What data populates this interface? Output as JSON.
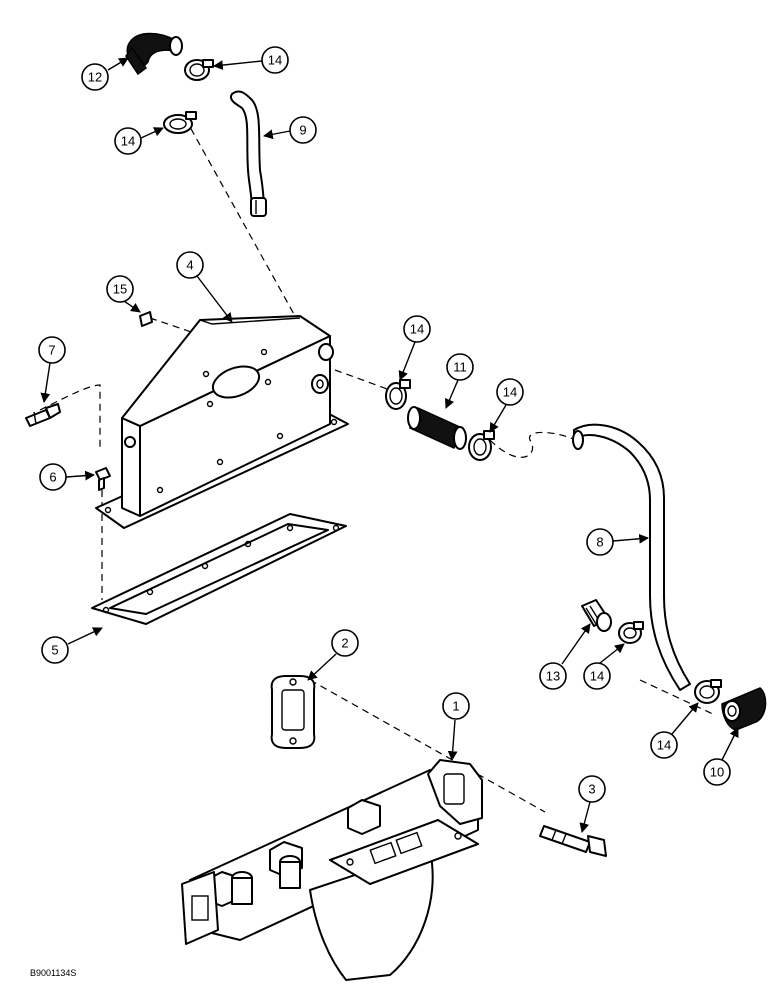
{
  "drawing_id": "B9001134S",
  "callouts": [
    {
      "label": "1"
    },
    {
      "label": "2"
    },
    {
      "label": "3"
    },
    {
      "label": "4"
    },
    {
      "label": "5"
    },
    {
      "label": "6"
    },
    {
      "label": "7"
    },
    {
      "label": "8"
    },
    {
      "label": "9"
    },
    {
      "label": "10"
    },
    {
      "label": "11"
    },
    {
      "label": "12"
    },
    {
      "label": "13"
    },
    {
      "label": "14"
    },
    {
      "label": "14"
    },
    {
      "label": "14"
    },
    {
      "label": "14"
    },
    {
      "label": "14"
    },
    {
      "label": "14"
    },
    {
      "label": "15"
    }
  ]
}
